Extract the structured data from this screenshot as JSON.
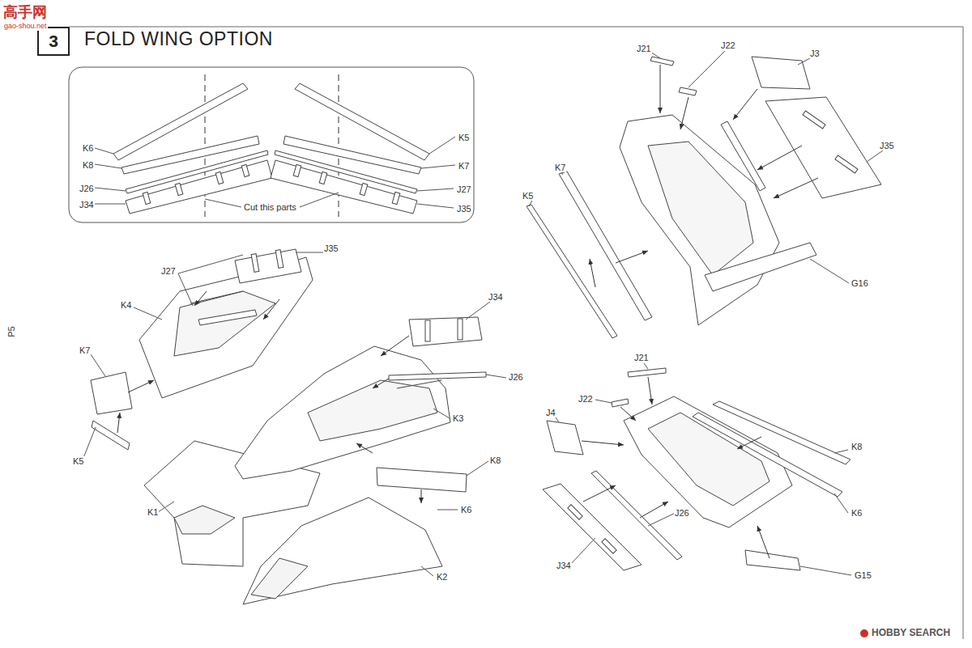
{
  "diagram": {
    "title": "FOLD WING OPTION",
    "nodes": [
      {
        "text": [
          "3"
        ]
      }
    ],
    "labels": [
      "高手网",
      "gao-shou.net",
      "K6",
      "K8",
      "J26",
      "J34",
      "Cut this parts",
      "K5",
      "K7",
      "J27",
      "J35",
      "J35",
      "J27",
      "K4",
      "K7",
      "K5",
      "J34",
      "J26",
      "K3",
      "K8",
      "K6",
      "K1",
      "K2",
      "J21",
      "J22",
      "J3",
      "J35",
      "K7",
      "K5",
      "G16",
      "J21",
      "J22",
      "J4",
      "K8",
      "K6",
      "J26",
      "J34",
      "G15",
      "P5",
      "HOBBY SEARCH"
    ]
  }
}
